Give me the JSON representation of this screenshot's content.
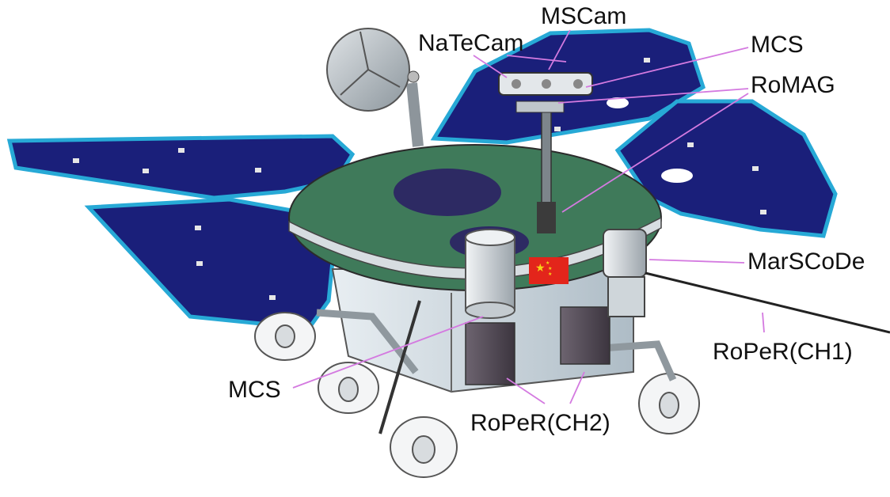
{
  "labels": {
    "mscam": "MSCam",
    "natecam": "NaTeCam",
    "mcs_top": "MCS",
    "romag": "RoMAG",
    "marscode": "MarSCoDe",
    "roper_ch1": "RoPeR(CH1)",
    "mcs_bottom": "MCS",
    "roper_ch2": "RoPeR(CH2)"
  },
  "colors": {
    "solar_panel": "#1a1f7a",
    "panel_edge": "#27a9d6",
    "deck": "#3f7a5a",
    "body": "#c8d4dc",
    "leader_line": "#d47ae0",
    "flag_red": "#e3251b",
    "flag_star": "#f7d417"
  }
}
